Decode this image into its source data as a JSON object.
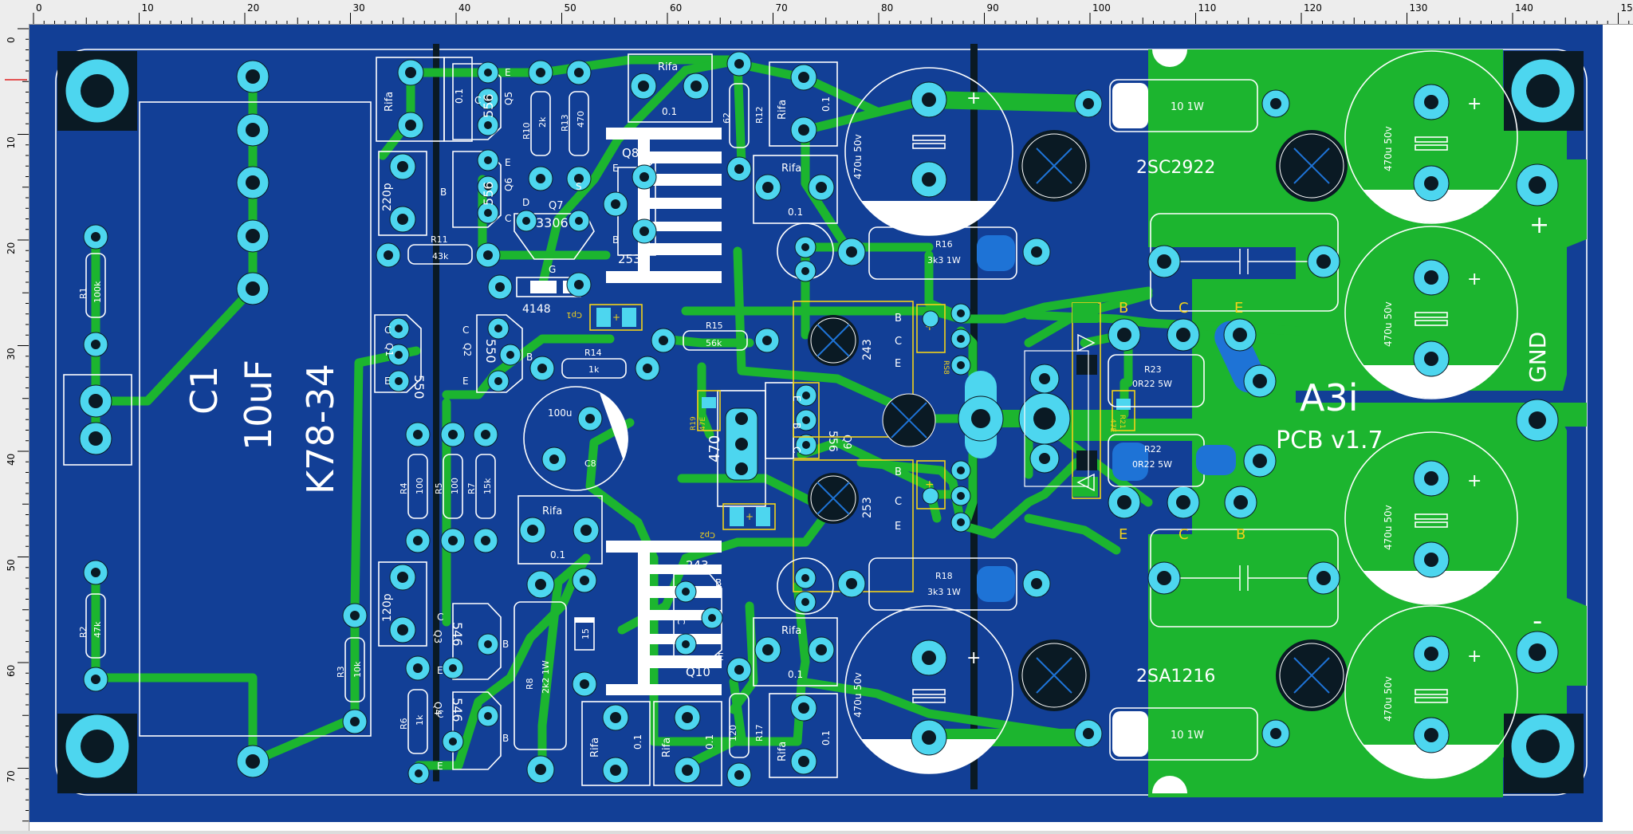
{
  "ruler": {
    "unit": "mm",
    "top_ticks": [
      "0",
      "10",
      "20",
      "30",
      "40",
      "50",
      "60",
      "70",
      "80",
      "90",
      "100",
      "110",
      "120",
      "130",
      "140",
      "15"
    ],
    "left_ticks": [
      "0",
      "10",
      "20",
      "30",
      "40",
      "50",
      "60",
      "70"
    ]
  },
  "colors": {
    "board": "#123f96",
    "copper": "#1cb52f",
    "pad": "#4dd6ef",
    "silk": "#ffffff",
    "label": "#f2d21a"
  },
  "board": {
    "big_labels": {
      "c1": "C1",
      "c1_value": "10uF",
      "c1_type": "K78-34",
      "title": "A3i",
      "version": "PCB v1.7",
      "gnd": "GND",
      "plus": "+",
      "minus": "-",
      "npn": "2SC2922",
      "pnp": "2SA1216"
    },
    "components": {
      "r1": "R1",
      "r1v": "100k",
      "r2": "R2",
      "r2v": "47k",
      "r3": "R3",
      "r3v": "10k",
      "r4": "R4",
      "r4v": "100",
      "r5": "R5",
      "r5v": "100",
      "r6": "R6",
      "r6v": "1k",
      "r7": "R7",
      "r7v": "15k",
      "r8": "R8",
      "r8v": "2k2 1W",
      "r10": "R10",
      "r10v": "2k",
      "r11": "R11",
      "r11v": "43k",
      "r12": "R12",
      "r12v": "62",
      "r13": "R13",
      "r13v": "470",
      "r14": "R14",
      "r14v": "1k",
      "r15": "R15",
      "r15v": "56k",
      "r16": "R16",
      "r16v": "3k3 1W",
      "r17": "R17",
      "r17v": "120",
      "r18": "R18",
      "r18v": "3k3 1W",
      "r19": "R19",
      "r19v": "47E",
      "r21": "R21",
      "r21v": "47E",
      "r22": "R22",
      "r22v": "0R22 5W",
      "r23": "R23",
      "r23v": "0R22 5W",
      "rifa": "Rifa",
      "c01": "0.1",
      "c220p": "220p",
      "c120p": "120p",
      "c100u": "100u",
      "c8": "C8",
      "c470u": "470u 50v",
      "q1": "Q1",
      "q1v": "550",
      "q2": "Q2",
      "q2v": "550",
      "q3": "Q3",
      "q3v": "546",
      "q4": "Q4",
      "q4v": "546",
      "q5": "Q5",
      "q5v": "556",
      "q6": "Q6",
      "q6v": "556",
      "q7": "Q7",
      "q7v": "3306",
      "q8": "Q8",
      "q8v": "253",
      "q9": "Q9",
      "q9v": "556",
      "q10": "Q10",
      "q10v": "243",
      "t243": "243",
      "t253": "253",
      "d4148": "4148",
      "d470": "470",
      "r101w": "10 1W",
      "c1r2": "15",
      "pin_b": "B",
      "pin_c": "C",
      "pin_e": "E",
      "pin_d": "D",
      "pin_s": "S",
      "pin_g": "G",
      "cp1": "Cp1",
      "cp2": "Cp2",
      "rs8": "RS8"
    }
  }
}
